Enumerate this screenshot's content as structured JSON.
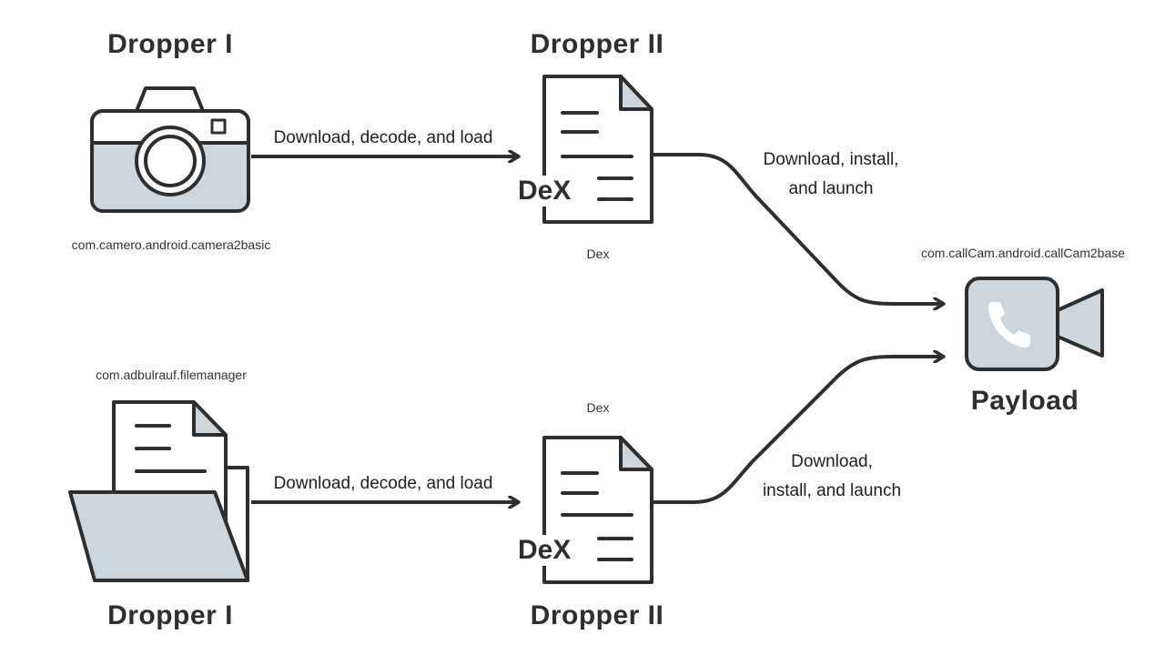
{
  "top": {
    "dropper1": {
      "title": "Dropper I",
      "package": "com.camero.android.camera2basic",
      "icon": "camera-icon"
    },
    "edge1_label": "Download, decode, and load",
    "dropper2": {
      "title": "Dropper II",
      "file_label": "DeX",
      "caption": "Dex",
      "icon": "document-icon"
    },
    "edge2_label_line1": "Download, install,",
    "edge2_label_line2": "and launch"
  },
  "bottom": {
    "dropper1": {
      "title": "Dropper I",
      "package": "com.adbulrauf.filemanager",
      "icon": "folder-document-icon"
    },
    "edge1_label": "Download, decode, and load",
    "dropper2": {
      "title": "Dropper II",
      "file_label": "DeX",
      "caption": "Dex",
      "icon": "document-icon"
    },
    "edge2_label_line1": "Download,",
    "edge2_label_line2": "install, and launch"
  },
  "payload": {
    "title": "Payload",
    "package": "com.callCam.android.callCam2base",
    "icon": "video-call-icon"
  },
  "colors": {
    "stroke": "#2e2e2e",
    "fill": "#cdd6dc",
    "background": "#ffffff"
  }
}
